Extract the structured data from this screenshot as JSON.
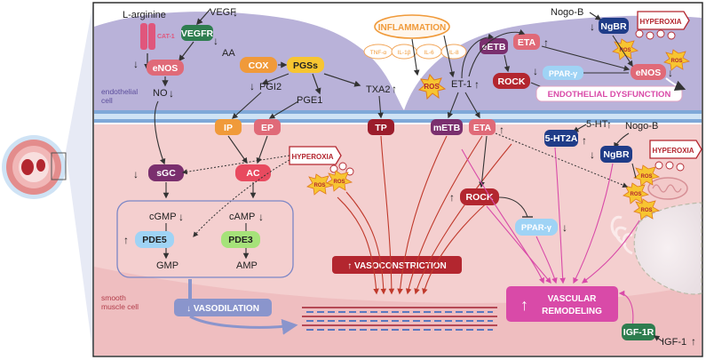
{
  "cell_labels": {
    "endothelial_cell": "endothelial\ncell",
    "smooth_muscle_cell": "smooth\nmuscle cell"
  },
  "regulators": {
    "l_arginine": "L-arginine",
    "vegf": "VEGF",
    "aa": "AA",
    "nogo_b_top": "Nogo-B",
    "nogo_b_mid": "Nogo-B",
    "ht5": "5-HT",
    "igf1": "IGF-1"
  },
  "molecules": {
    "no": "NO",
    "pgi2": "PGI2",
    "pge1": "PGE1",
    "txa2": "TXA2",
    "et1": "ET-1",
    "cgmp": "cGMP",
    "gmp": "GMP",
    "camp": "cAMP",
    "amp": "AMP"
  },
  "receptors": {
    "cat1": "CAT-1",
    "vegfr": "VEGFR",
    "ip": "IP",
    "ep": "EP",
    "tp": "TP",
    "metb": "mETB",
    "eta_smc": "ETA",
    "etb_ec": "eETB",
    "eta_ec": "ETA",
    "ngbr_top": "NgBR",
    "ngbr_smc": "NgBR",
    "ht2a": "5-HT2A",
    "igf1r": "IGF-1R"
  },
  "enzymes": {
    "enos_left": "eNOS",
    "cox": "COX",
    "pgss": "PGSs",
    "sgc": "sGC",
    "ac": "AC",
    "pde5": "PDE5",
    "pde3": "PDE3",
    "rock_ec": "ROCK",
    "rock_smc": "ROCK",
    "pparg_ec": "PPAR-γ",
    "pparg_smc": "PPAR-γ",
    "enos_right": "eNOS"
  },
  "stressors": {
    "inflammation": "INFLAMMATION",
    "cytokines": [
      "TNF-α",
      "IL-1β",
      "IL-6",
      "IL-8"
    ],
    "hyperoxia_top": "HYPEROXIA",
    "hyperoxia_mid": "HYPEROXIA",
    "hyperoxia_right": "HYPEROXIA",
    "ros": "ROS"
  },
  "outcomes": {
    "endothelial_dysfunction": "ENDOTHELIAL DYSFUNCTION",
    "vasoconstriction": "VASOCONSTRICTION",
    "vasodilation": "VASODILATION",
    "vascular_remodeling_1": "VASCULAR",
    "vascular_remodeling_2": "REMODELING"
  },
  "colors": {
    "endothelium": "#b9b2d9",
    "smc": "#f2c8c8",
    "membrane": "#9fc7ea",
    "dark_red": "#9b1c2b",
    "rose": "#e06a78",
    "orange": "#f09a3a",
    "purple": "#7a2f6e",
    "pink": "#d94aa8",
    "blue_navy": "#1f3c88",
    "green": "#2e7d4f",
    "lime": "#a6e27a",
    "light_blue": "#9fd3f5",
    "yellow": "#f7c531"
  }
}
